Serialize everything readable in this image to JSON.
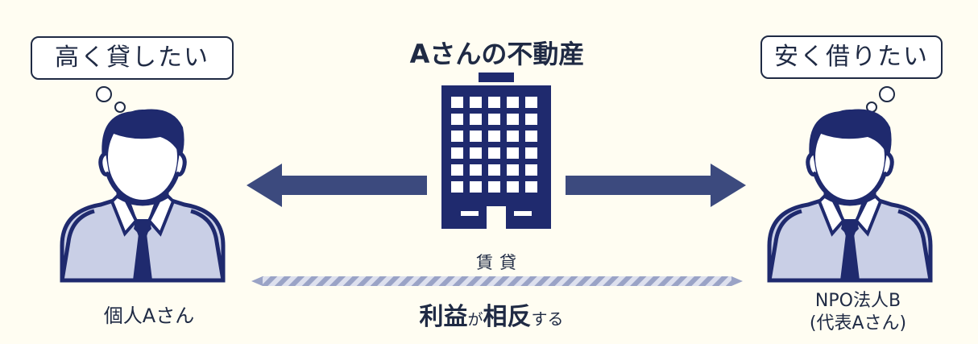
{
  "property_title": "Aさんの不動産",
  "rental_label": "賃貸",
  "left_person": {
    "thought": "高く貸したい",
    "label": "個人Aさん"
  },
  "right_person": {
    "thought": "安く借りたい",
    "label_line1": "NPO法人B",
    "label_line2": "(代表Aさん)"
  },
  "conflict": {
    "part1": "利益",
    "part2": "が",
    "part3": "相反",
    "part4": "する"
  },
  "colors": {
    "navy": "#1f2a6e",
    "arrow": "#3c4a7e",
    "shirt": "#c9cfe6",
    "background": "#fffdf2",
    "hatch": "#b9bfd8"
  }
}
